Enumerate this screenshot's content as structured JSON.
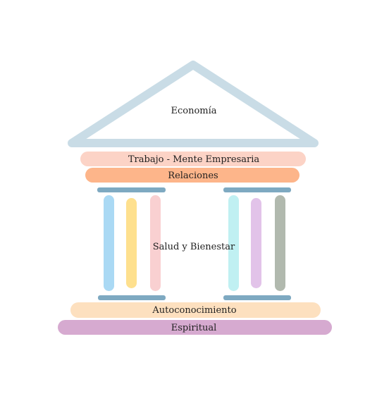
{
  "diagram": {
    "roof": {
      "label": "Economía",
      "color": "#c9dce6"
    },
    "bands": [
      {
        "key": "trabajo",
        "label": "Trabajo - Mente Empresaria",
        "color": "#fcd3c6"
      },
      {
        "key": "relaciones",
        "label": "Relaciones",
        "color": "#fdb58a"
      },
      {
        "key": "autoconocimiento",
        "label": "Autoconocimiento",
        "color": "#fde0bf"
      },
      {
        "key": "espiritual",
        "label": "Espiritual",
        "color": "#d6aad0"
      }
    ],
    "center_label": "Salud y Bienestar",
    "capital_color": "#7ea9c1",
    "columns_left": [
      "#aad9f4",
      "#fee08e",
      "#f9d0d1"
    ],
    "columns_right": [
      "#c0f0f2",
      "#e2c3e9",
      "#b1b9ae"
    ]
  }
}
